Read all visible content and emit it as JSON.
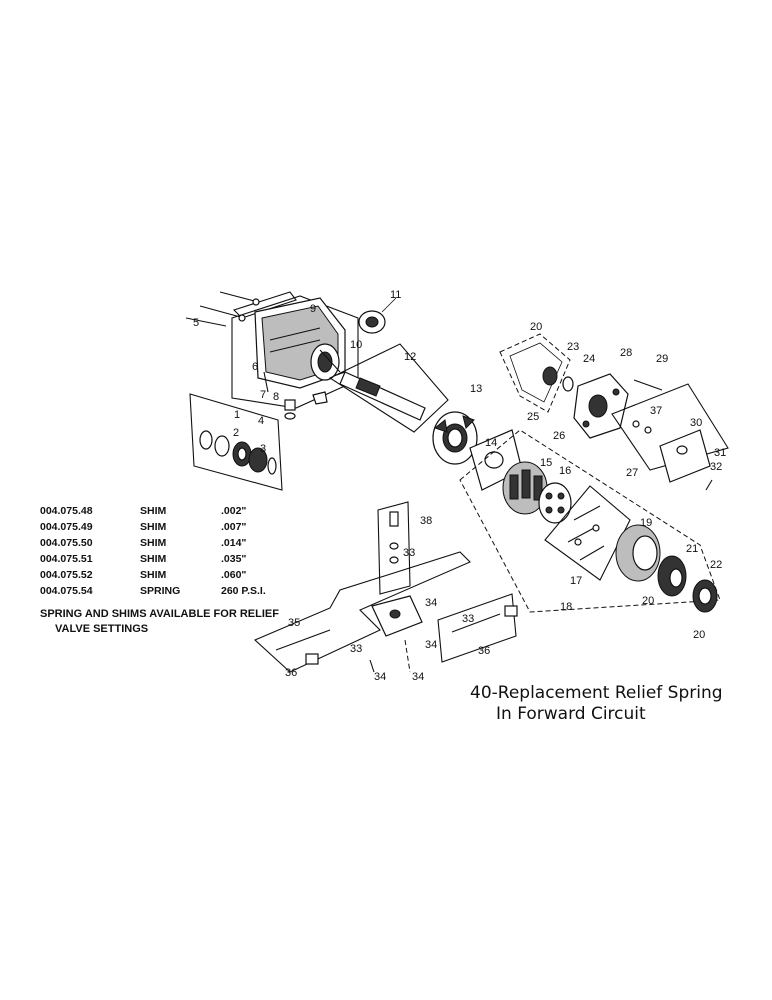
{
  "callouts": [
    "1",
    "2",
    "3",
    "4",
    "5",
    "6",
    "7",
    "8",
    "9",
    "10",
    "11",
    "12",
    "13",
    "14",
    "15",
    "16",
    "17",
    "18",
    "19",
    "20",
    "21",
    "22",
    "23",
    "24",
    "25",
    "26",
    "27",
    "28",
    "29",
    "30",
    "31",
    "32",
    "33",
    "34",
    "35",
    "36",
    "37",
    "38"
  ],
  "parts_table": [
    {
      "part_no": "004.075.48",
      "desc": "SHIM",
      "value": ".002\""
    },
    {
      "part_no": "004.075.49",
      "desc": "SHIM",
      "value": ".007\""
    },
    {
      "part_no": "004.075.50",
      "desc": "SHIM",
      "value": ".014\""
    },
    {
      "part_no": "004.075.51",
      "desc": "SHIM",
      "value": ".035\""
    },
    {
      "part_no": "004.075.52",
      "desc": "SHIM",
      "value": ".060\""
    },
    {
      "part_no": "004.075.54",
      "desc": "SPRING",
      "value": "260 P.S.I."
    }
  ],
  "note": {
    "line1": "SPRING AND SHIMS AVAILABLE FOR RELIEF",
    "line2": "VALVE SETTINGS"
  },
  "replacement": {
    "line1": "40-Replacement Relief Spring",
    "line2": "In Forward Circuit"
  }
}
